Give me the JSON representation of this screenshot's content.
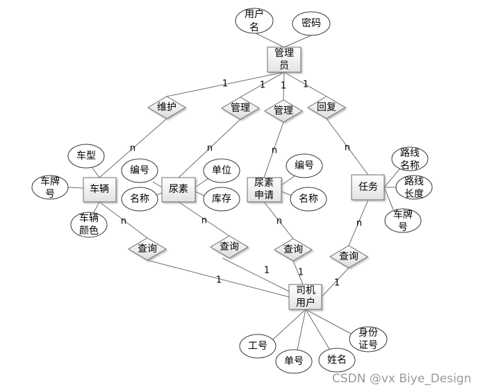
{
  "entities": {
    "admin": [
      "管理",
      "员"
    ],
    "vehicle": [
      "车辆"
    ],
    "urea": [
      "尿素"
    ],
    "urea_apply": [
      "尿素",
      "申请"
    ],
    "task": [
      "任务"
    ],
    "driver": [
      "司机",
      "用户"
    ]
  },
  "attributes": {
    "admin_username": [
      "用户",
      "名"
    ],
    "admin_password": [
      "密码"
    ],
    "vehicle_type": [
      "车型"
    ],
    "vehicle_plate": [
      "车牌",
      "号"
    ],
    "vehicle_color": [
      "车辆",
      "颜色"
    ],
    "urea_id": [
      "编号"
    ],
    "urea_name": [
      "名称"
    ],
    "urea_unit": [
      "单位"
    ],
    "urea_stock": [
      "库存"
    ],
    "apply_id": [
      "编号"
    ],
    "apply_name": [
      "名称"
    ],
    "task_route_name": [
      "路线",
      "名称"
    ],
    "task_route_length": [
      "路线",
      "长度"
    ],
    "task_plate": [
      "车牌",
      "号"
    ],
    "driver_empno": [
      "工号"
    ],
    "driver_orderno": [
      "单号"
    ],
    "driver_name": [
      "姓名"
    ],
    "driver_idcard": [
      "身份",
      "证号"
    ]
  },
  "relationships": {
    "maintain": "维护",
    "manage1": "管理",
    "manage2": "管理",
    "reply": "回复",
    "query1": "查询",
    "query2": "查询",
    "query3": "查询",
    "query4": "查询"
  },
  "cardinalities": {
    "top": [
      "1",
      "1",
      "1",
      "1"
    ],
    "mid": [
      "n",
      "n",
      "n",
      "n"
    ],
    "low": [
      "n",
      "n",
      "n",
      "n"
    ],
    "bottom": [
      "1",
      "1",
      "1",
      "1"
    ]
  },
  "watermark": "CSDN @vx  Biye_Design"
}
